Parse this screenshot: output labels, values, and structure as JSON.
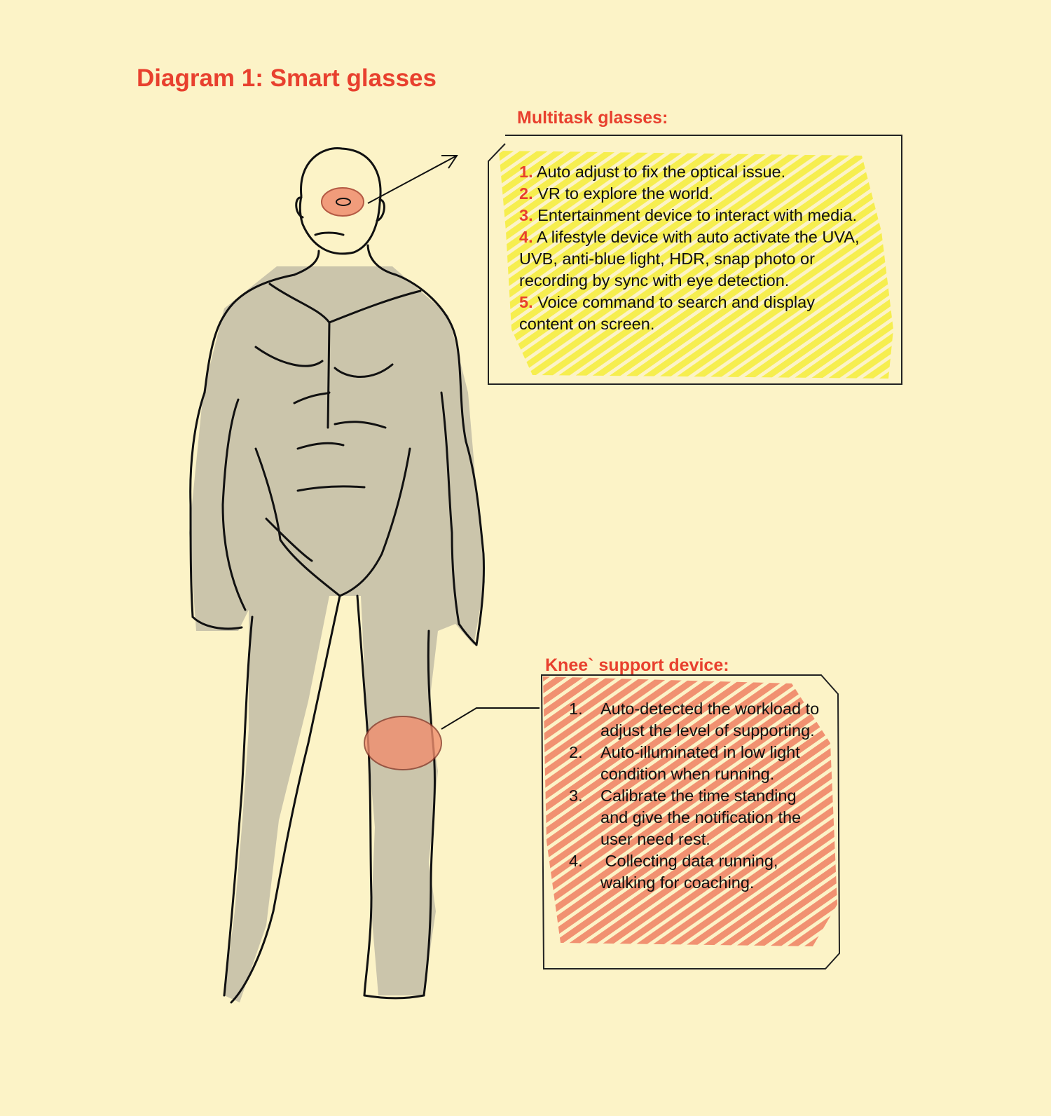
{
  "title": "Diagram 1: Smart glasses",
  "colors": {
    "accent": "#e8402e",
    "background": "#fcf3c7",
    "highlight_yellow": "#f7ef3c",
    "highlight_salmon": "#f08e6e",
    "body_fill": "#c9c3ab"
  },
  "glasses": {
    "heading": "Multitask glasses:",
    "items": [
      {
        "num": "1.",
        "text": "Auto adjust to fix the optical issue."
      },
      {
        "num": "2.",
        "text": "VR to explore the world."
      },
      {
        "num": "3.",
        "text": "Entertainment device to interact with media."
      },
      {
        "num": "4.",
        "text": "A lifestyle device with auto activate the UVA, UVB, anti-blue light, HDR, snap photo or recording by sync with eye detection."
      },
      {
        "num": "5.",
        "text": "Voice command to search and display content on screen."
      }
    ]
  },
  "knee": {
    "heading": "Knee` support device:",
    "items": [
      {
        "num": "1.",
        "text": "Auto-detected the workload to adjust the level of supporting."
      },
      {
        "num": "2.",
        "text": "Auto-illuminated in low light condition when running."
      },
      {
        "num": "3.",
        "text": "Calibrate the time standing and give the notification the user need rest."
      },
      {
        "num": "4.",
        "text": " Collecting data running, walking for coaching."
      }
    ]
  }
}
